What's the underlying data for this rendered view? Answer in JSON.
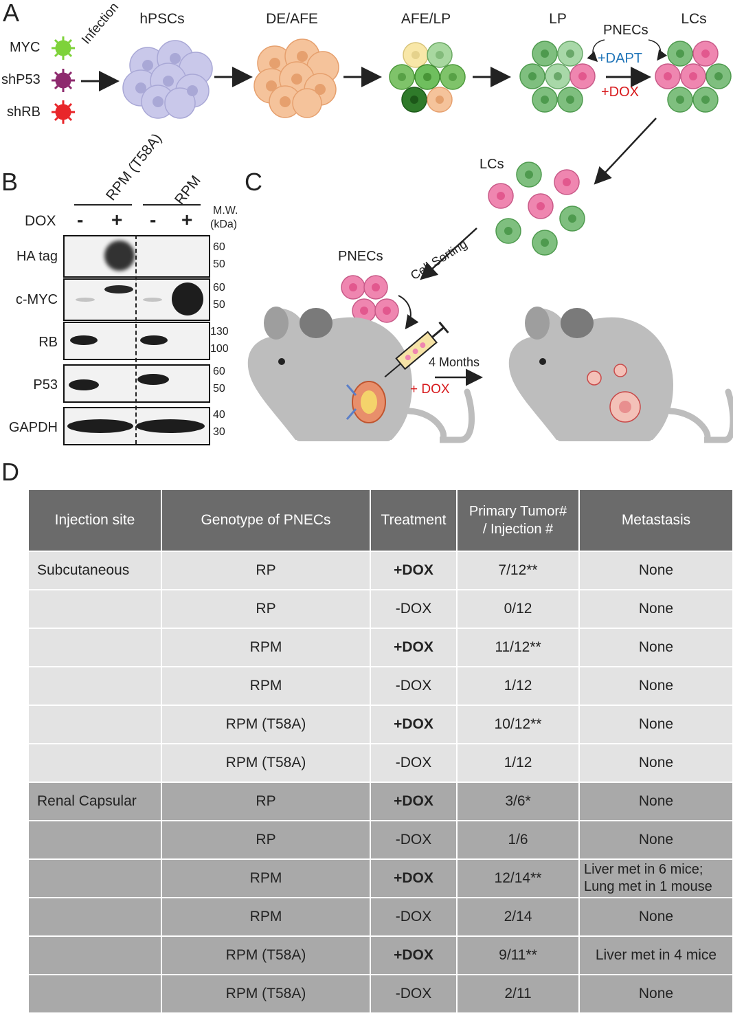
{
  "panels": {
    "a": "A",
    "b": "B",
    "c": "C",
    "d": "D"
  },
  "panel_a": {
    "viruses": [
      "MYC",
      "shP53",
      "shRB"
    ],
    "virus_colors": [
      "#7ed23a",
      "#8e2a6e",
      "#e8262a"
    ],
    "infection_label": "Infection",
    "stages": [
      "hPSCs",
      "DE/AFE",
      "AFE/LP",
      "LP",
      "LCs"
    ],
    "pnecs_label": "PNECs",
    "dapt_label": "+DAPT",
    "dox_label": "+DOX",
    "colors": {
      "blue": "#1f74b8",
      "red": "#d7191c",
      "purple_cell": "#c9c8ea",
      "orange_cell": "#f5c39b",
      "green_cell": "#7fbf7f",
      "pink_cell": "#ef86b0"
    }
  },
  "panel_b": {
    "group1": "RPM (T58A)",
    "group2": "RPM",
    "dox_label": "DOX",
    "lanes": [
      "-",
      "+",
      "-",
      "+"
    ],
    "mw_header": "M.W.",
    "mw_unit": "(kDa)",
    "blots": [
      {
        "name": "HA tag",
        "mw_top": "60",
        "mw_bottom": "50"
      },
      {
        "name": "c-MYC",
        "mw_top": "60",
        "mw_bottom": "50"
      },
      {
        "name": "RB",
        "mw_top": "130",
        "mw_bottom": "100"
      },
      {
        "name": "P53",
        "mw_top": "60",
        "mw_bottom": "50"
      },
      {
        "name": "GAPDH",
        "mw_top": "40",
        "mw_bottom": "30"
      }
    ]
  },
  "panel_c": {
    "lcs_label": "LCs",
    "cell_sorting_label": "Cell Sorting",
    "pnecs_label": "PNECs",
    "months_label": "4 Months",
    "dox_label": "+ DOX"
  },
  "table": {
    "headers": [
      "Injection site",
      "Genotype of PNECs",
      "Treatment",
      "Primary Tumor#\n/ Injection #",
      "Metastasis"
    ],
    "rows": [
      {
        "site": "Subcutaneous",
        "genotype": "RP",
        "treatment": "+DOX",
        "ratio": "7/12**",
        "metastasis": "None"
      },
      {
        "site": "",
        "genotype": "RP",
        "treatment": "-DOX",
        "ratio": "0/12",
        "metastasis": "None"
      },
      {
        "site": "",
        "genotype": "RPM",
        "treatment": "+DOX",
        "ratio": "11/12**",
        "metastasis": "None"
      },
      {
        "site": "",
        "genotype": "RPM",
        "treatment": "-DOX",
        "ratio": "1/12",
        "metastasis": "None"
      },
      {
        "site": "",
        "genotype": "RPM (T58A)",
        "treatment": "+DOX",
        "ratio": "10/12**",
        "metastasis": "None"
      },
      {
        "site": "",
        "genotype": "RPM (T58A)",
        "treatment": "-DOX",
        "ratio": "1/12",
        "metastasis": "None"
      },
      {
        "site": "Renal Capsular",
        "genotype": "RP",
        "treatment": "+DOX",
        "ratio": "3/6*",
        "metastasis": "None"
      },
      {
        "site": "",
        "genotype": "RP",
        "treatment": "-DOX",
        "ratio": "1/6",
        "metastasis": "None"
      },
      {
        "site": "",
        "genotype": "RPM",
        "treatment": "+DOX",
        "ratio": "12/14**",
        "metastasis": "Liver met in 6 mice;\nLung met in 1 mouse"
      },
      {
        "site": "",
        "genotype": "RPM",
        "treatment": "-DOX",
        "ratio": "2/14",
        "metastasis": "None"
      },
      {
        "site": "",
        "genotype": "RPM (T58A)",
        "treatment": "+DOX",
        "ratio": "9/11**",
        "metastasis": "Liver met in 4 mice"
      },
      {
        "site": "",
        "genotype": "RPM (T58A)",
        "treatment": "-DOX",
        "ratio": "2/11",
        "metastasis": "None"
      }
    ]
  }
}
